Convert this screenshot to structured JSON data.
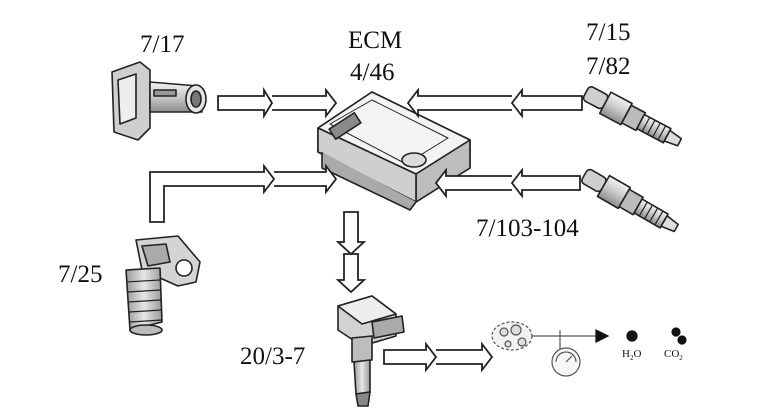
{
  "labels": {
    "maf_sensor": "7/17",
    "ecm_line1": "ECM",
    "ecm_line2": "4/46",
    "o2_upstream_line1": "7/15",
    "o2_upstream_line2": "7/82",
    "o2_downstream": "7/103-104",
    "cam_sensor": "7/25",
    "ignition_coil": "20/3-7"
  },
  "chemistry": {
    "water_base": "H",
    "water_sub": "2",
    "water_tail": "O",
    "co2_base": "CO",
    "co2_sub": "2"
  },
  "colors": {
    "line": "#222222",
    "part_fill": "#d9d9d9",
    "part_shade": "#a8a8a8",
    "arrow_fill": "#ffffff",
    "text": "#111111"
  }
}
